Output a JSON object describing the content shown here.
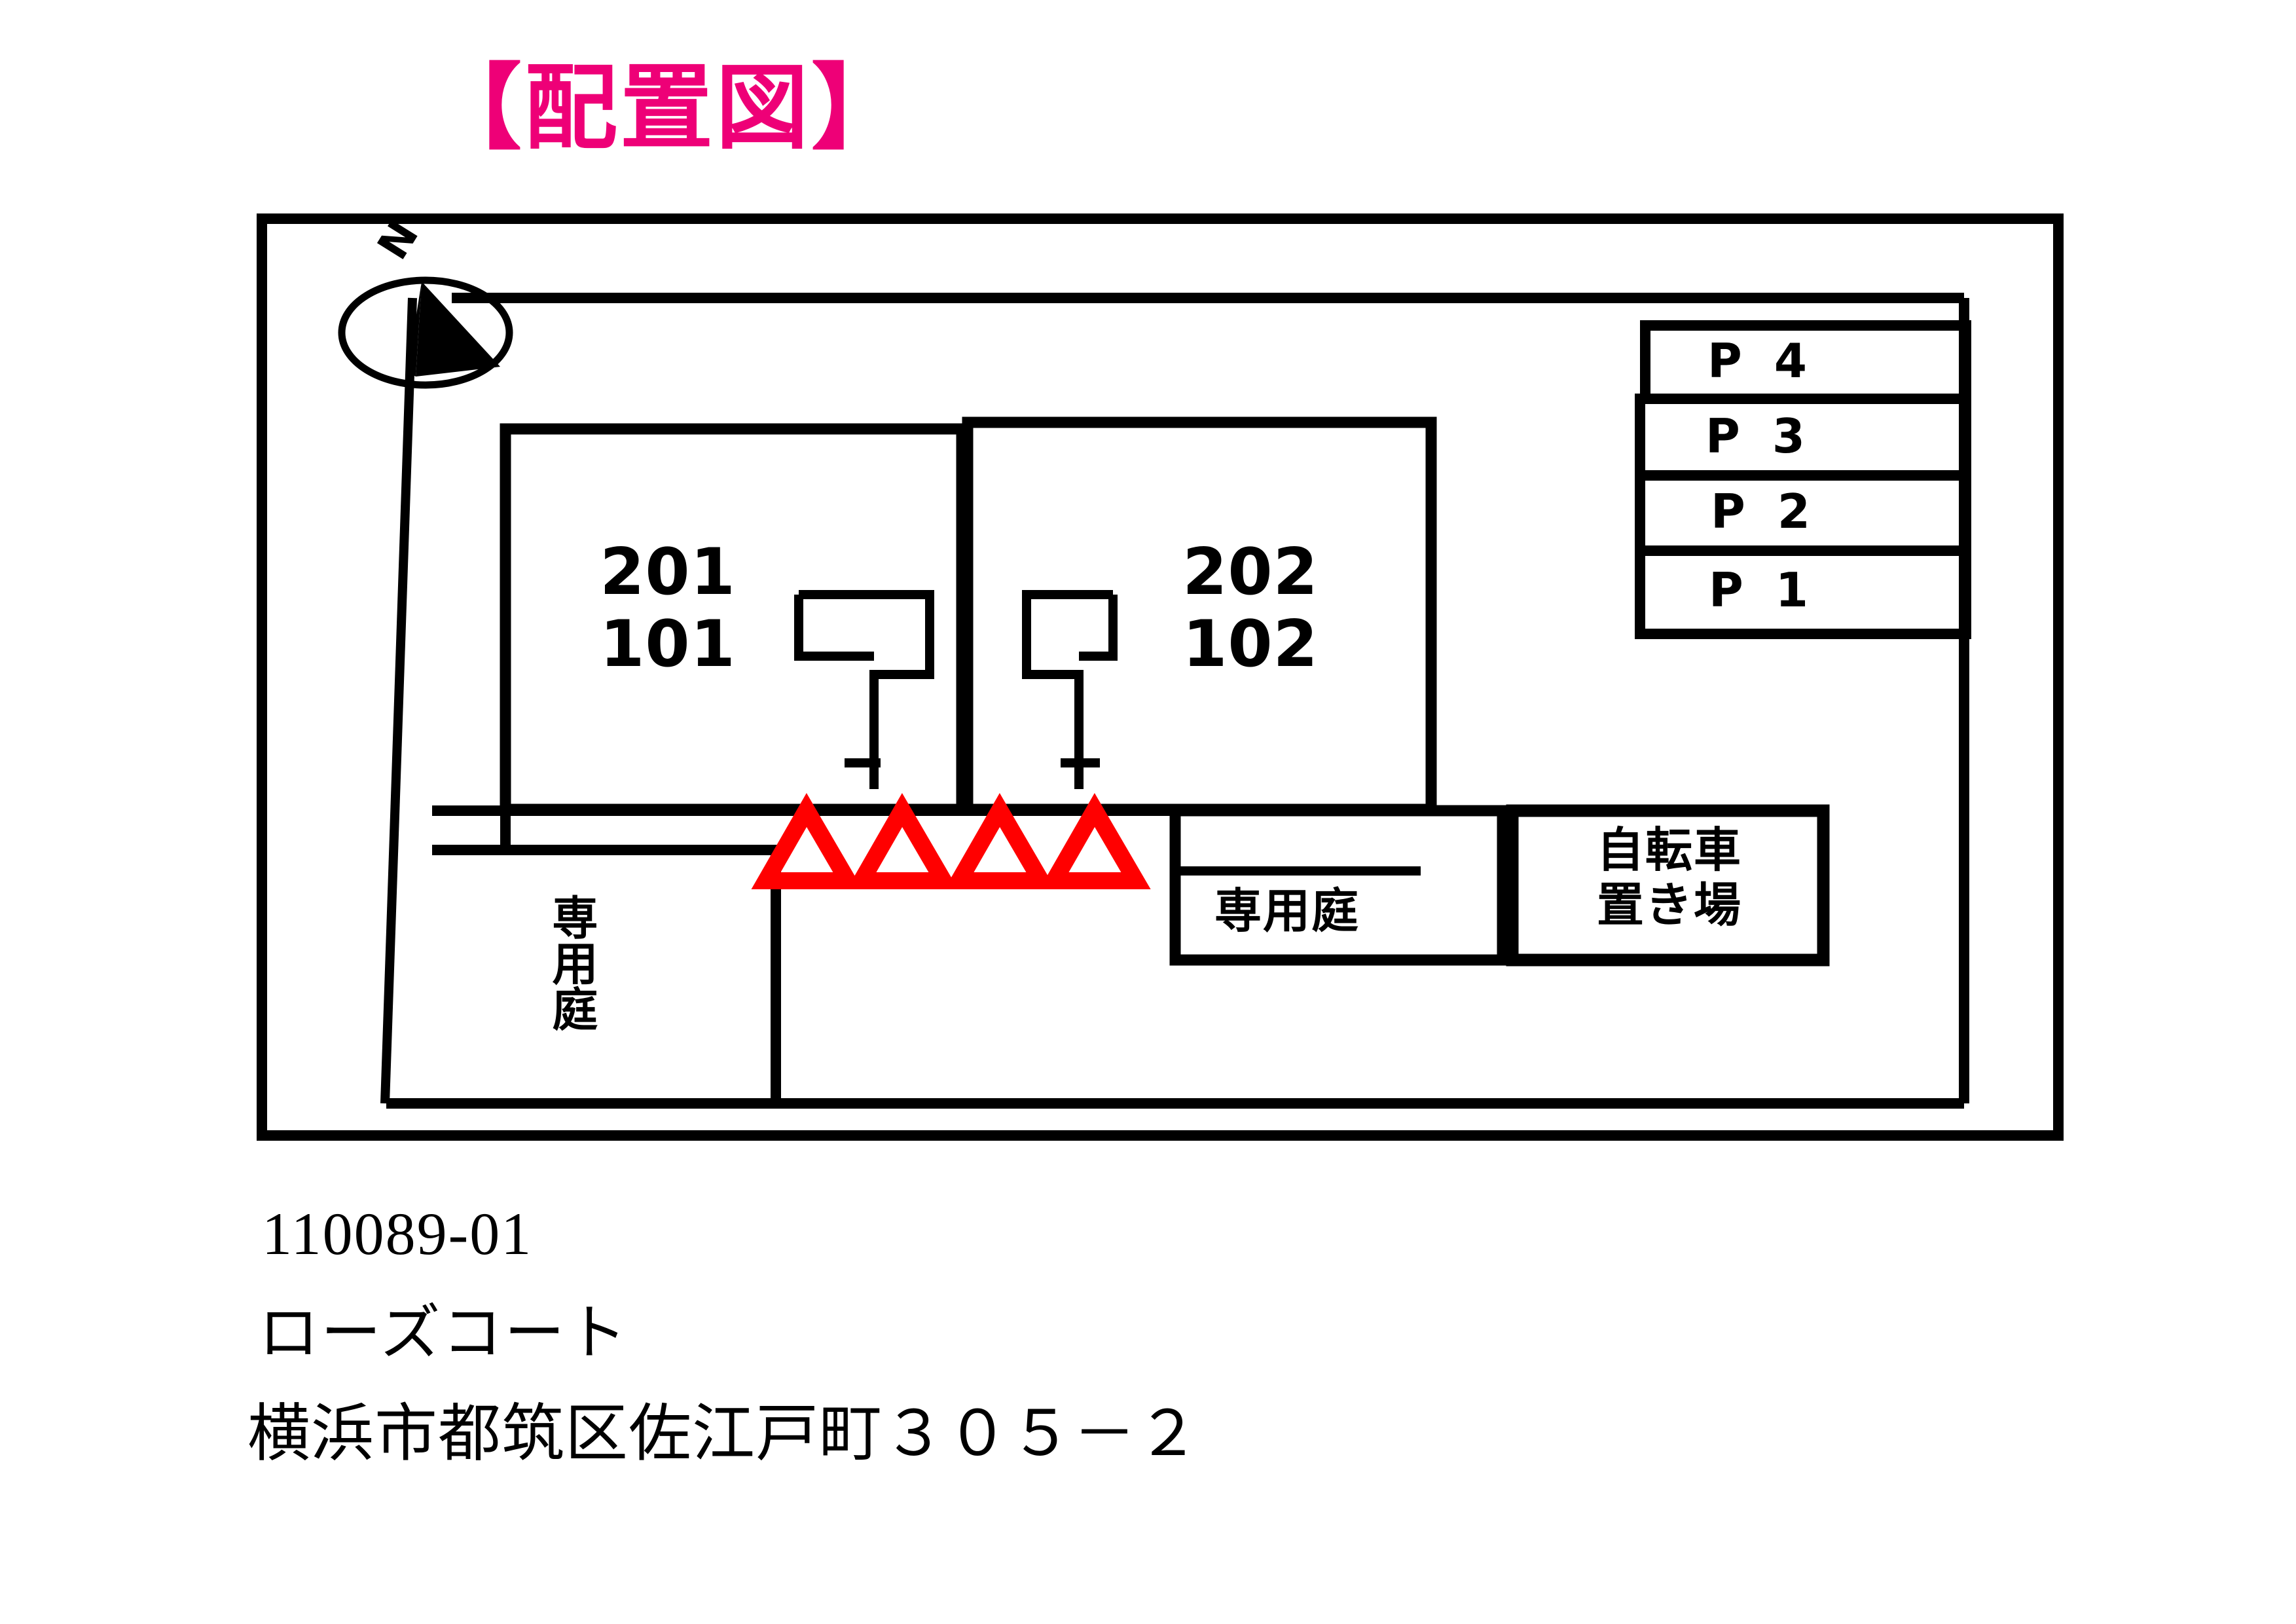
{
  "title": "【配置図】",
  "compass": {
    "label": "N",
    "icon": "north-arrow-icon"
  },
  "site_plan": {
    "buildings": [
      {
        "id": "left",
        "upper_unit": "201",
        "lower_unit": "101"
      },
      {
        "id": "right",
        "upper_unit": "202",
        "lower_unit": "102"
      }
    ],
    "parking": {
      "spaces": [
        {
          "label": "P 4"
        },
        {
          "label": "P 3"
        },
        {
          "label": "P 2"
        },
        {
          "label": "P 1"
        }
      ]
    },
    "areas": [
      {
        "name": "private-garden-left",
        "label": "専用庭"
      },
      {
        "name": "private-garden-right",
        "label": "専用庭"
      },
      {
        "name": "bicycle-parking",
        "label_line1": "自転車",
        "label_line2": "置き場"
      }
    ],
    "entrance_markers": {
      "symbol": "△",
      "count": 4,
      "color": "#ff0000"
    }
  },
  "caption": {
    "code": "110089-01",
    "property_name": "ローズコート",
    "address": "横浜市都筑区佐江戸町３０５－２"
  },
  "colors": {
    "title": "#ee0077",
    "marker": "#ff0000",
    "line": "#000000",
    "background": "#ffffff"
  }
}
